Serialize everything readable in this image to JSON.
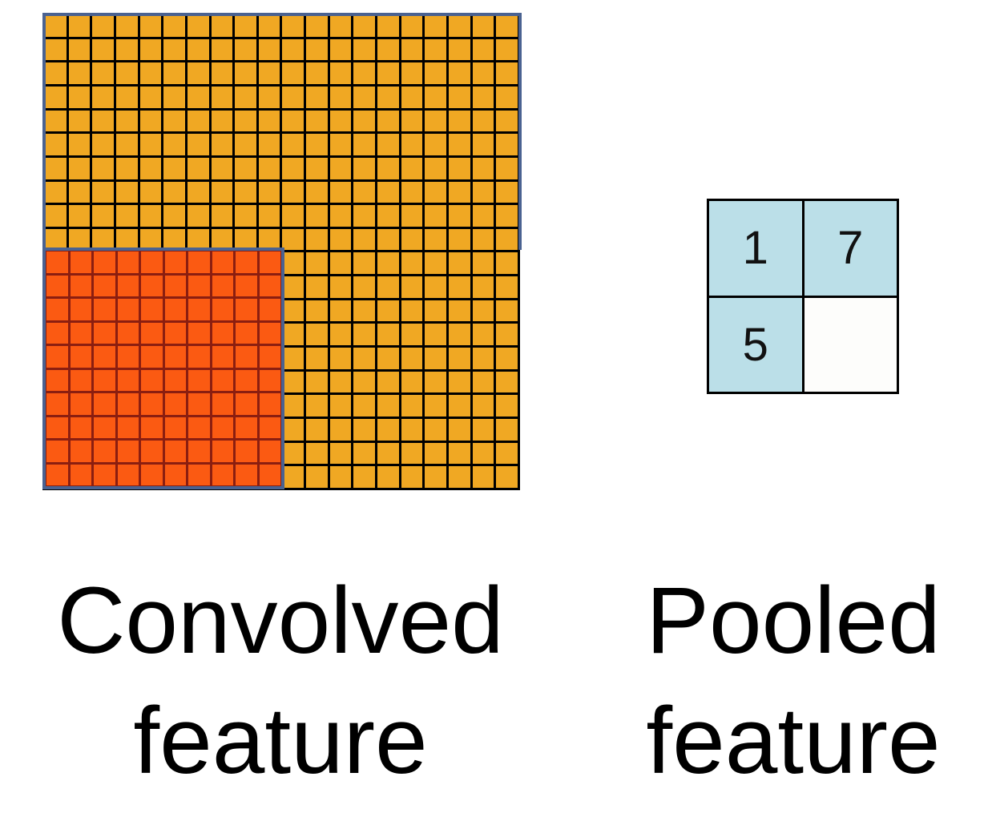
{
  "convolved": {
    "label_line1": "Convolved",
    "label_line2": "feature",
    "grid_rows": 20,
    "grid_cols": 20,
    "pool_region_rows": 10,
    "pool_region_cols": 10,
    "cell_color": "#f0a823",
    "pool_region_color": "#fb5a12",
    "pool_region_border_color": "#4a6291"
  },
  "pooled": {
    "label_line1": "Pooled",
    "label_line2": "feature",
    "cells": [
      "1",
      "7",
      "5",
      ""
    ],
    "filled_color": "#bbdfe8",
    "empty_color": "#fdfdfb"
  }
}
